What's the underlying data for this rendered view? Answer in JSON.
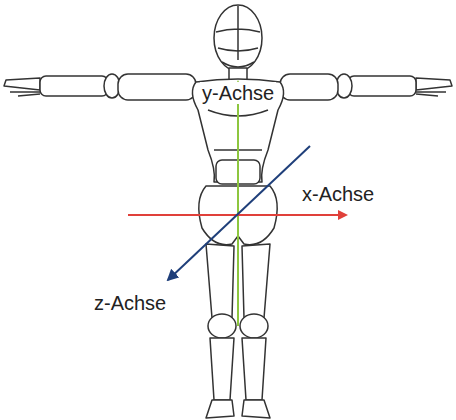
{
  "diagram": {
    "labels": [
      "y-Achse",
      "x-Achse",
      "z-Achse"
    ]
  }
}
